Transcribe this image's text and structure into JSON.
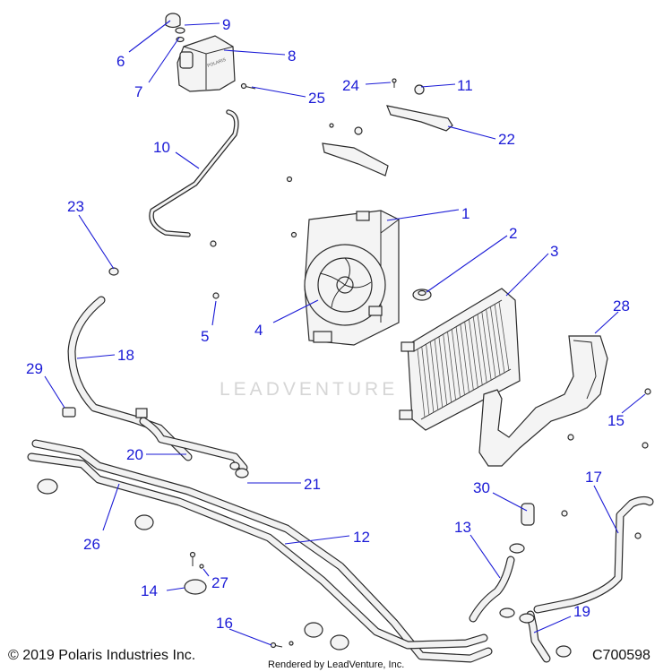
{
  "callouts": {
    "c1": "1",
    "c2": "2",
    "c3": "3",
    "c4": "4",
    "c5": "5",
    "c6": "6",
    "c7": "7",
    "c8": "8",
    "c9": "9",
    "c10": "10",
    "c11": "11",
    "c12": "12",
    "c13": "13",
    "c14": "14",
    "c15": "15",
    "c16": "16",
    "c17": "17",
    "c18": "18",
    "c19": "19",
    "c20": "20",
    "c21": "21",
    "c22": "22",
    "c23": "23",
    "c24": "24",
    "c25": "25",
    "c26": "26",
    "c27": "27",
    "c28": "28",
    "c29": "29",
    "c30": "30"
  },
  "watermark": "LEADVENTURE",
  "footer": {
    "copyright": "© 2019 Polaris Industries Inc.",
    "rendered_by": "Rendered by LeadVenture, Inc.",
    "doc_id": "C700598"
  },
  "colors": {
    "callout": "#1a1ad6",
    "line_art": "#2a2a2a",
    "watermark": "#d6d6d6"
  }
}
